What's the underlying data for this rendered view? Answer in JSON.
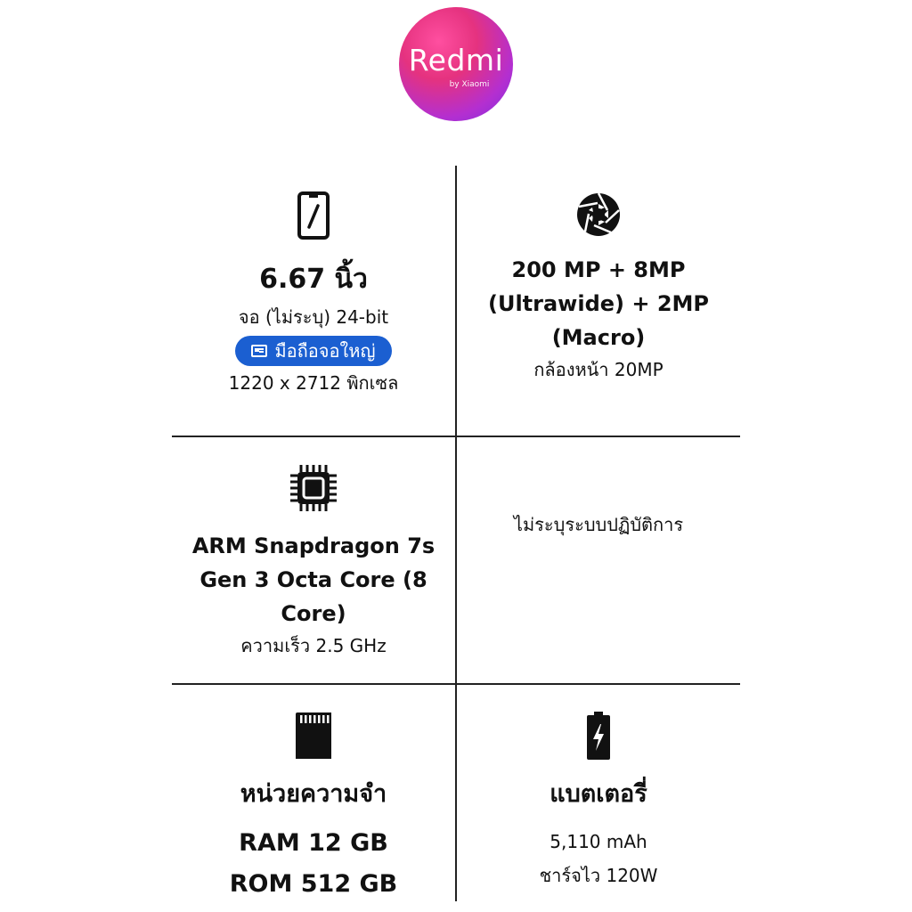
{
  "logo": {
    "brand": "Redmi",
    "tagline": "by Xiaomi",
    "colors": [
      "#ff4fa0",
      "#b42fd0",
      "#7a2fe0"
    ]
  },
  "display": {
    "icon": "smartphone-icon",
    "size": "6.67 นิ้ว",
    "panel": "จอ (ไม่ระบุ) 24-bit",
    "badge_label": "มือถือจอใหญ่",
    "badge_icon": "article-icon",
    "badge_color": "#1b5fd1",
    "resolution": "1220 x 2712 พิกเซล"
  },
  "camera": {
    "icon": "camera-aperture-icon",
    "line1": "200 MP + 8MP",
    "line2": "(Ultrawide) + 2MP",
    "line3": "(Macro)",
    "front": "กล้องหน้า 20MP"
  },
  "processor": {
    "icon": "cpu-chip-icon",
    "line1": "ARM Snapdragon 7s",
    "line2": "Gen 3 Octa Core (8",
    "line3": "Core)",
    "speed": "ความเร็ว 2.5 GHz"
  },
  "os": {
    "text": "ไม่ระบุระบบปฏิบัติการ"
  },
  "memory": {
    "icon": "memory-card-icon",
    "title": "หน่วยความจำ",
    "ram": "RAM 12 GB",
    "rom": "ROM 512 GB"
  },
  "battery": {
    "icon": "battery-charging-icon",
    "title": "แบตเตอรี่",
    "capacity": "5,110 mAh",
    "charging": "ชาร์จไว 120W"
  }
}
